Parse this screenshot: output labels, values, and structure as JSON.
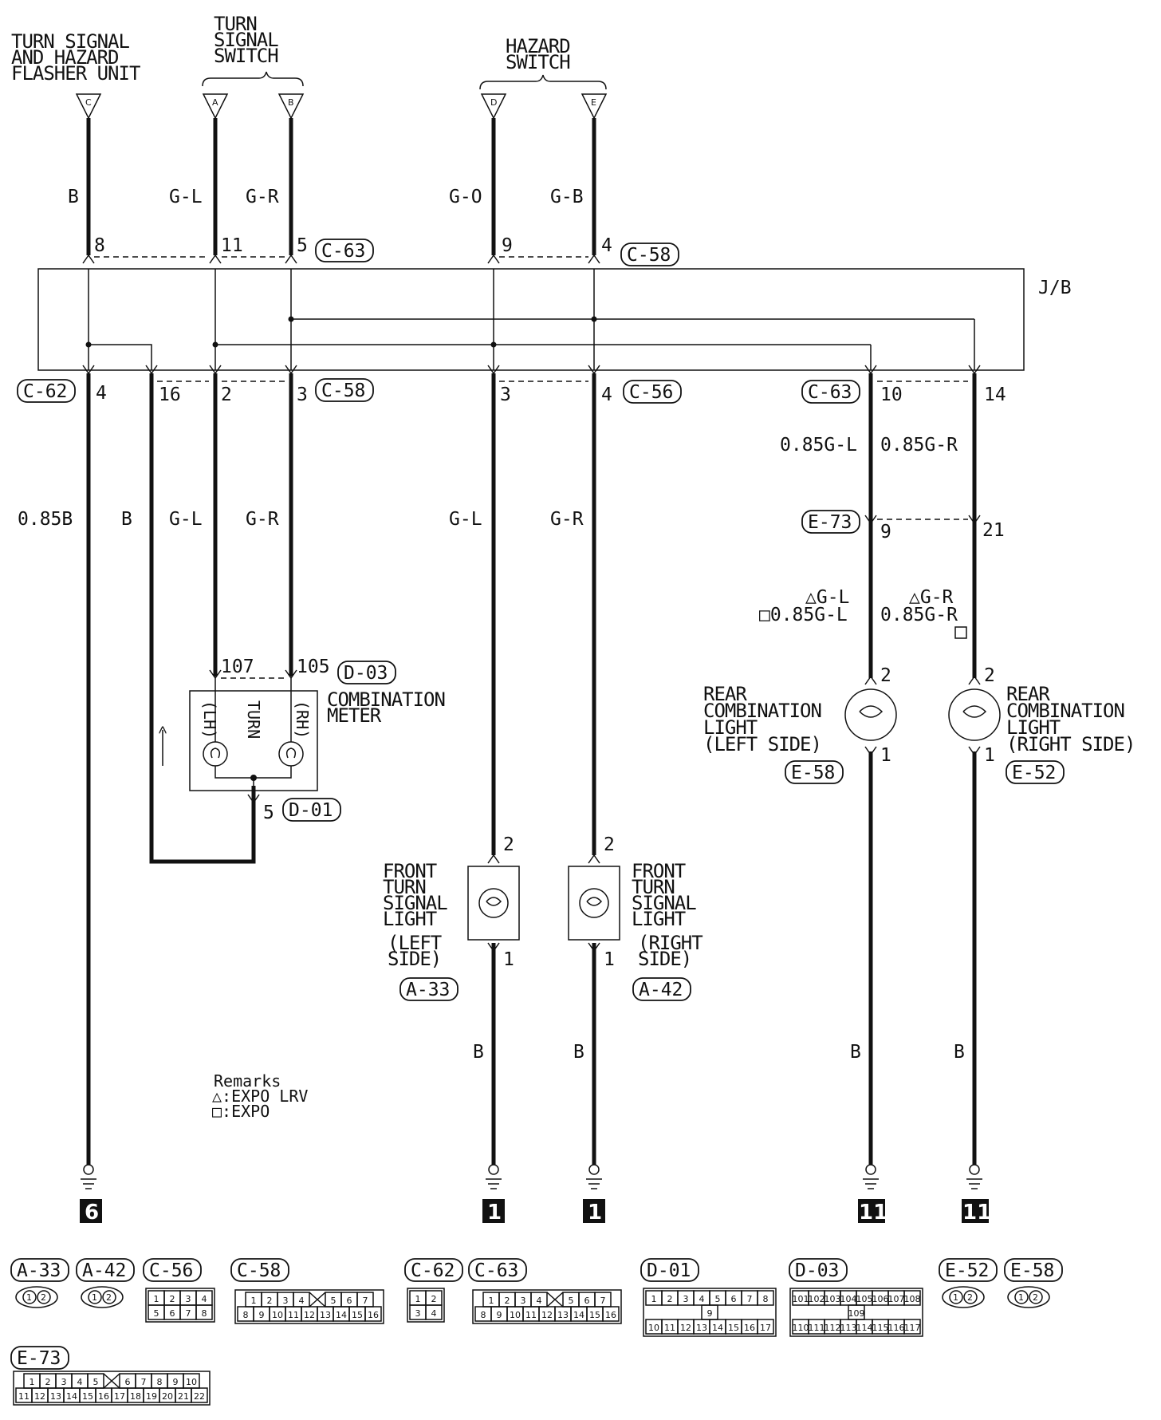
{
  "components": {
    "flasher": [
      "TURN SIGNAL",
      "AND HAZARD",
      "FLASHER UNIT"
    ],
    "turn_switch": [
      "TURN",
      "SIGNAL",
      "SWITCH"
    ],
    "hazard_switch": [
      "HAZARD",
      "SWITCH"
    ],
    "jb": "J/B",
    "combination_meter": [
      "COMBINATION",
      "METER"
    ],
    "meter_lh": "(LH)",
    "meter_turn": "TURN",
    "meter_rh": "(RH)",
    "front_left": [
      "FRONT",
      "TURN",
      "SIGNAL",
      "LIGHT",
      "(LEFT",
      "SIDE)"
    ],
    "front_right": [
      "FRONT",
      "TURN",
      "SIGNAL",
      "LIGHT",
      "(RIGHT",
      "SIDE)"
    ],
    "rear_left": [
      "REAR",
      "COMBINATION",
      "LIGHT",
      "(LEFT SIDE)"
    ],
    "rear_right": [
      "REAR",
      "COMBINATION",
      "LIGHT",
      "(RIGHT SIDE)"
    ]
  },
  "top_terminals": [
    "C",
    "A",
    "B",
    "D",
    "E"
  ],
  "wire_colors": {
    "top_c": "B",
    "top_a": "G-L",
    "top_b": "G-R",
    "top_d": "G-O",
    "top_e": "G-B",
    "w1": "0.85B",
    "w16": "B",
    "w2": "G-L",
    "w3": "G-R",
    "wf3": "G-L",
    "wf4": "G-R",
    "r10": "0.85G-L",
    "r14": "0.85G-R",
    "rl_a": "△G-L",
    "rl_b": "□0.85G-L",
    "rr_a": "△G-R",
    "rr_b": "0.85G-R",
    "gnd_fl": "B",
    "gnd_fr": "B",
    "gnd_rl": "B",
    "gnd_rr": "B"
  },
  "pins": {
    "c63_8": "8",
    "c63_11": "11",
    "c63_5": "5",
    "c58_9": "9",
    "c58_4": "4",
    "c62_4": "4",
    "p16": "16",
    "c58_2": "2",
    "c58_3": "3",
    "c56_3": "3",
    "c56_4": "4",
    "c63_10": "10",
    "c63_14": "14",
    "e73_9": "9",
    "e73_21": "21",
    "d03_107": "107",
    "d03_105": "105",
    "d01_5": "5",
    "fl_2": "2",
    "fl_1": "1",
    "fr_2": "2",
    "fr_1": "1",
    "rl_2": "2",
    "rl_1": "1",
    "rr_2": "2",
    "rr_1": "1"
  },
  "connectors": {
    "c63_top": "C-63",
    "c58_top": "C-58",
    "c62": "C-62",
    "c58_mid": "C-58",
    "c56": "C-56",
    "c63_mid": "C-63",
    "e73": "E-73",
    "d03": "D-03",
    "d01": "D-01",
    "a33": "A-33",
    "a42": "A-42",
    "e58": "E-58",
    "e52": "E-52"
  },
  "grounds": [
    "6",
    "1",
    "1",
    "11",
    "11"
  ],
  "remarks": {
    "title": "Remarks",
    "line1": "△:EXPO LRV",
    "line2": "□:EXPO"
  },
  "connector_views": {
    "a33": {
      "label": "A-33",
      "pins": [
        "1",
        "2"
      ]
    },
    "a42": {
      "label": "A-42",
      "pins": [
        "1",
        "2"
      ]
    },
    "c56": {
      "label": "C-56",
      "rows": [
        [
          "1",
          "2",
          "3",
          "4"
        ],
        [
          "5",
          "6",
          "7",
          "8"
        ]
      ]
    },
    "c58": {
      "label": "C-58",
      "rows": [
        [
          "1",
          "2",
          "3",
          "4",
          "",
          "5",
          "6",
          "7"
        ],
        [
          "8",
          "9",
          "10",
          "11",
          "12",
          "13",
          "14",
          "15",
          "16"
        ]
      ]
    },
    "c62": {
      "label": "C-62",
      "rows": [
        [
          "1",
          "2"
        ],
        [
          "3",
          "4"
        ]
      ]
    },
    "c63": {
      "label": "C-63",
      "rows": [
        [
          "1",
          "2",
          "3",
          "4",
          "",
          "5",
          "6",
          "7"
        ],
        [
          "8",
          "9",
          "10",
          "11",
          "12",
          "13",
          "14",
          "15",
          "16"
        ]
      ]
    },
    "d01": {
      "label": "D-01",
      "rows": [
        [
          "1",
          "2",
          "3",
          "4",
          "5",
          "6",
          "7",
          "8"
        ],
        [
          "9"
        ],
        [
          "10",
          "11",
          "12",
          "13",
          "14",
          "15",
          "16",
          "17"
        ]
      ]
    },
    "d03": {
      "label": "D-03",
      "rows": [
        [
          "101",
          "102",
          "103",
          "104",
          "105",
          "106",
          "107",
          "108"
        ],
        [
          "109"
        ],
        [
          "110",
          "111",
          "112",
          "113",
          "114",
          "115",
          "116",
          "117"
        ]
      ]
    },
    "e52": {
      "label": "E-52",
      "pins": [
        "1",
        "2"
      ]
    },
    "e58": {
      "label": "E-58",
      "pins": [
        "1",
        "2"
      ]
    },
    "e73": {
      "label": "E-73",
      "rows": [
        [
          "1",
          "2",
          "3",
          "4",
          "5",
          "",
          "6",
          "7",
          "8",
          "9",
          "10"
        ],
        [
          "11",
          "12",
          "13",
          "14",
          "15",
          "16",
          "17",
          "18",
          "19",
          "20",
          "21",
          "22"
        ]
      ]
    }
  }
}
